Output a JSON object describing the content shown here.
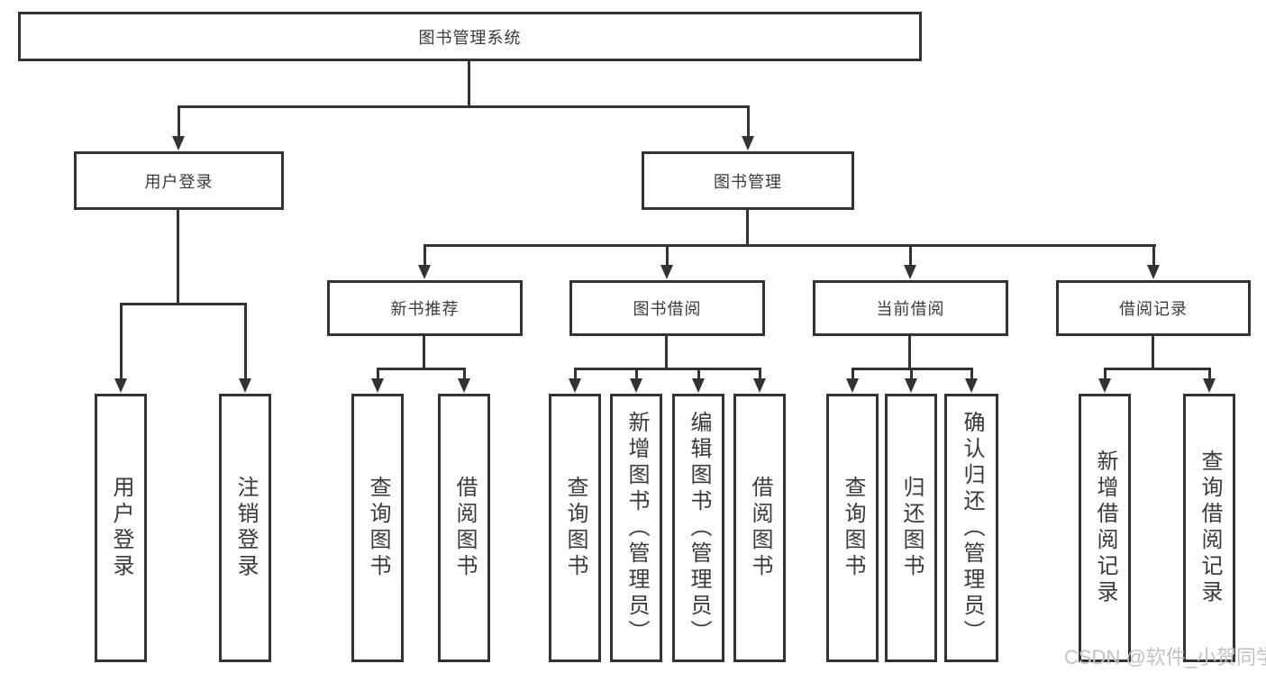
{
  "root": {
    "label": "图书管理系统"
  },
  "level2": [
    {
      "label": "用户登录"
    },
    {
      "label": "图书管理"
    }
  ],
  "level3": [
    {
      "label": "新书推荐",
      "parent": "图书管理"
    },
    {
      "label": "图书借阅",
      "parent": "图书管理"
    },
    {
      "label": "当前借阅",
      "parent": "图书管理"
    },
    {
      "label": "借阅记录",
      "parent": "图书管理"
    }
  ],
  "leaves": [
    {
      "label": "用户登录",
      "parent": "用户登录"
    },
    {
      "label": "注销登录",
      "parent": "用户登录"
    },
    {
      "label": "查询图书",
      "parent": "新书推荐"
    },
    {
      "label": "借阅图书",
      "parent": "新书推荐"
    },
    {
      "label": "查询图书",
      "parent": "图书借阅"
    },
    {
      "label": "新增图书（管理员）",
      "parent": "图书借阅"
    },
    {
      "label": "编辑图书（管理员）",
      "parent": "图书借阅"
    },
    {
      "label": "借阅图书",
      "parent": "图书借阅"
    },
    {
      "label": "查询图书",
      "parent": "当前借阅"
    },
    {
      "label": "归还图书",
      "parent": "当前借阅"
    },
    {
      "label": "确认归还（管理员）",
      "parent": "当前借阅"
    },
    {
      "label": "新增借阅记录",
      "parent": "借阅记录"
    },
    {
      "label": "查询借阅记录",
      "parent": "借阅记录"
    }
  ],
  "watermark": {
    "text": "CSDN @软件_小贺同学"
  },
  "colors": {
    "line": "#333333",
    "text": "#3a3a3a",
    "watermark": "#c2c2c2",
    "background": "#ffffff"
  }
}
